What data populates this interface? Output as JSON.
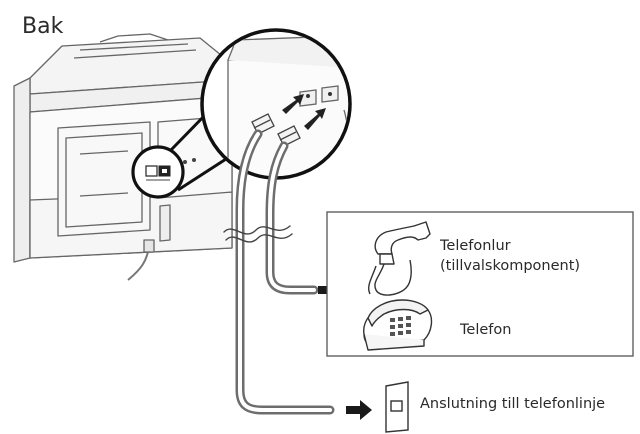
{
  "title": "Bak",
  "labels": {
    "handset_line1": "Telefonlur",
    "handset_line2": "(tillvalskomponent)",
    "telephone": "Telefon",
    "wall_jack": "Anslutning till telefonlinje"
  },
  "icons": [
    "printer-icon",
    "magnifier-circle",
    "handset-icon",
    "telephone-icon",
    "wall-jack-icon",
    "arrow-icon"
  ],
  "colors": {
    "outline": "#555555",
    "cable": "#777777",
    "highlight": "#000000",
    "background": "#ffffff"
  }
}
